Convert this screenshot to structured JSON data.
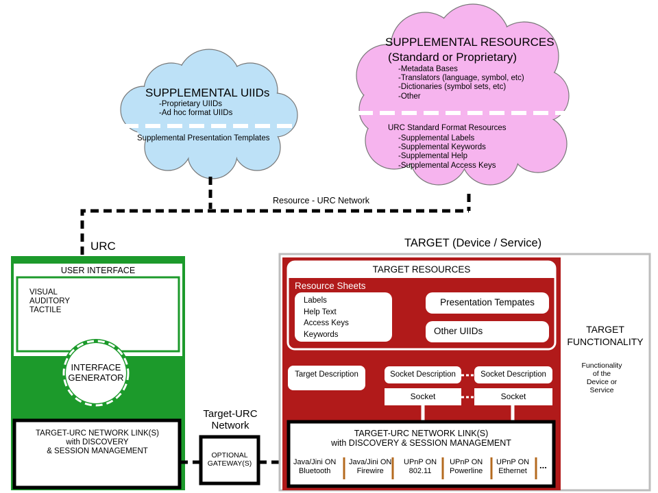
{
  "supplemental_uiids": {
    "title": "SUPPLEMENTAL UIIDs",
    "items": [
      "-Proprietary UIIDs",
      "-Ad hoc format UIIDs"
    ],
    "lower": "Supplemental Presentation Templates"
  },
  "supplemental_resources": {
    "title_line1": "SUPPLEMENTAL RESOURCES",
    "title_line2": "(Standard or Proprietary)",
    "items": [
      "-Metadata Bases",
      "-Translators (language, symbol, etc)",
      "-Dictionaries (symbol sets, etc)",
      "-Other"
    ],
    "lower_title": "URC Standard Format Resources",
    "lower_items": [
      "-Supplemental Labels",
      "-Supplemental Keywords",
      "-Supplemental Help",
      "-Supplemental Access Keys"
    ]
  },
  "resource_network_label": "Resource - URC Network",
  "urc": {
    "label": "URC",
    "user_interface": "USER INTERFACE",
    "modalities": [
      "VISUAL",
      "AUDITORY",
      "TACTILE"
    ],
    "interface_generator_line1": "INTERFACE",
    "interface_generator_line2": "GENERATOR",
    "network_link_line1": "TARGET-URC NETWORK LINK(S)",
    "network_link_line2": "with DISCOVERY",
    "network_link_line3": "& SESSION MANAGEMENT"
  },
  "target_urc_network": {
    "label_line1": "Target-URC",
    "label_line2": "Network",
    "gateway_line1": "OPTIONAL",
    "gateway_line2": "GATEWAY(S)"
  },
  "target": {
    "label": "TARGET (Device / Service)",
    "resources_title": "TARGET RESOURCES",
    "resource_sheets_title": "Resource Sheets",
    "resource_sheets_items": [
      "Labels",
      "Help Text",
      "Access Keys",
      "Keywords"
    ],
    "presentation_templates": "Presentation Tempates",
    "other_uiids": "Other UIIDs",
    "target_description": "Target Description",
    "socket_description_1": "Socket Description",
    "socket_description_2": "Socket Description",
    "socket_1": "Socket",
    "socket_2": "Socket",
    "network_link_line1": "TARGET-URC NETWORK LINK(S)",
    "network_link_line2": "with DISCOVERY & SESSION MANAGEMENT",
    "protocols": [
      {
        "line1": "Java/Jini ON",
        "line2": "Bluetooth"
      },
      {
        "line1": "Java/Jini ON",
        "line2": "Firewire"
      },
      {
        "line1": "UPnP ON",
        "line2": "802.11"
      },
      {
        "line1": "UPnP ON",
        "line2": "Powerline"
      },
      {
        "line1": "UPnP ON",
        "line2": "Ethernet"
      }
    ],
    "protocols_more": "...",
    "functionality_line1": "TARGET",
    "functionality_line2": "FUNCTIONALITY",
    "functionality_desc": [
      "Functionality",
      "of the",
      "Device or",
      "Service"
    ]
  },
  "colors": {
    "urc_green": "#1c9a2b",
    "target_red": "#b11a1a",
    "cloud_blue": "#bde1f7",
    "cloud_pink": "#f6b4ee",
    "protocol_divider": "#b46a1f"
  }
}
